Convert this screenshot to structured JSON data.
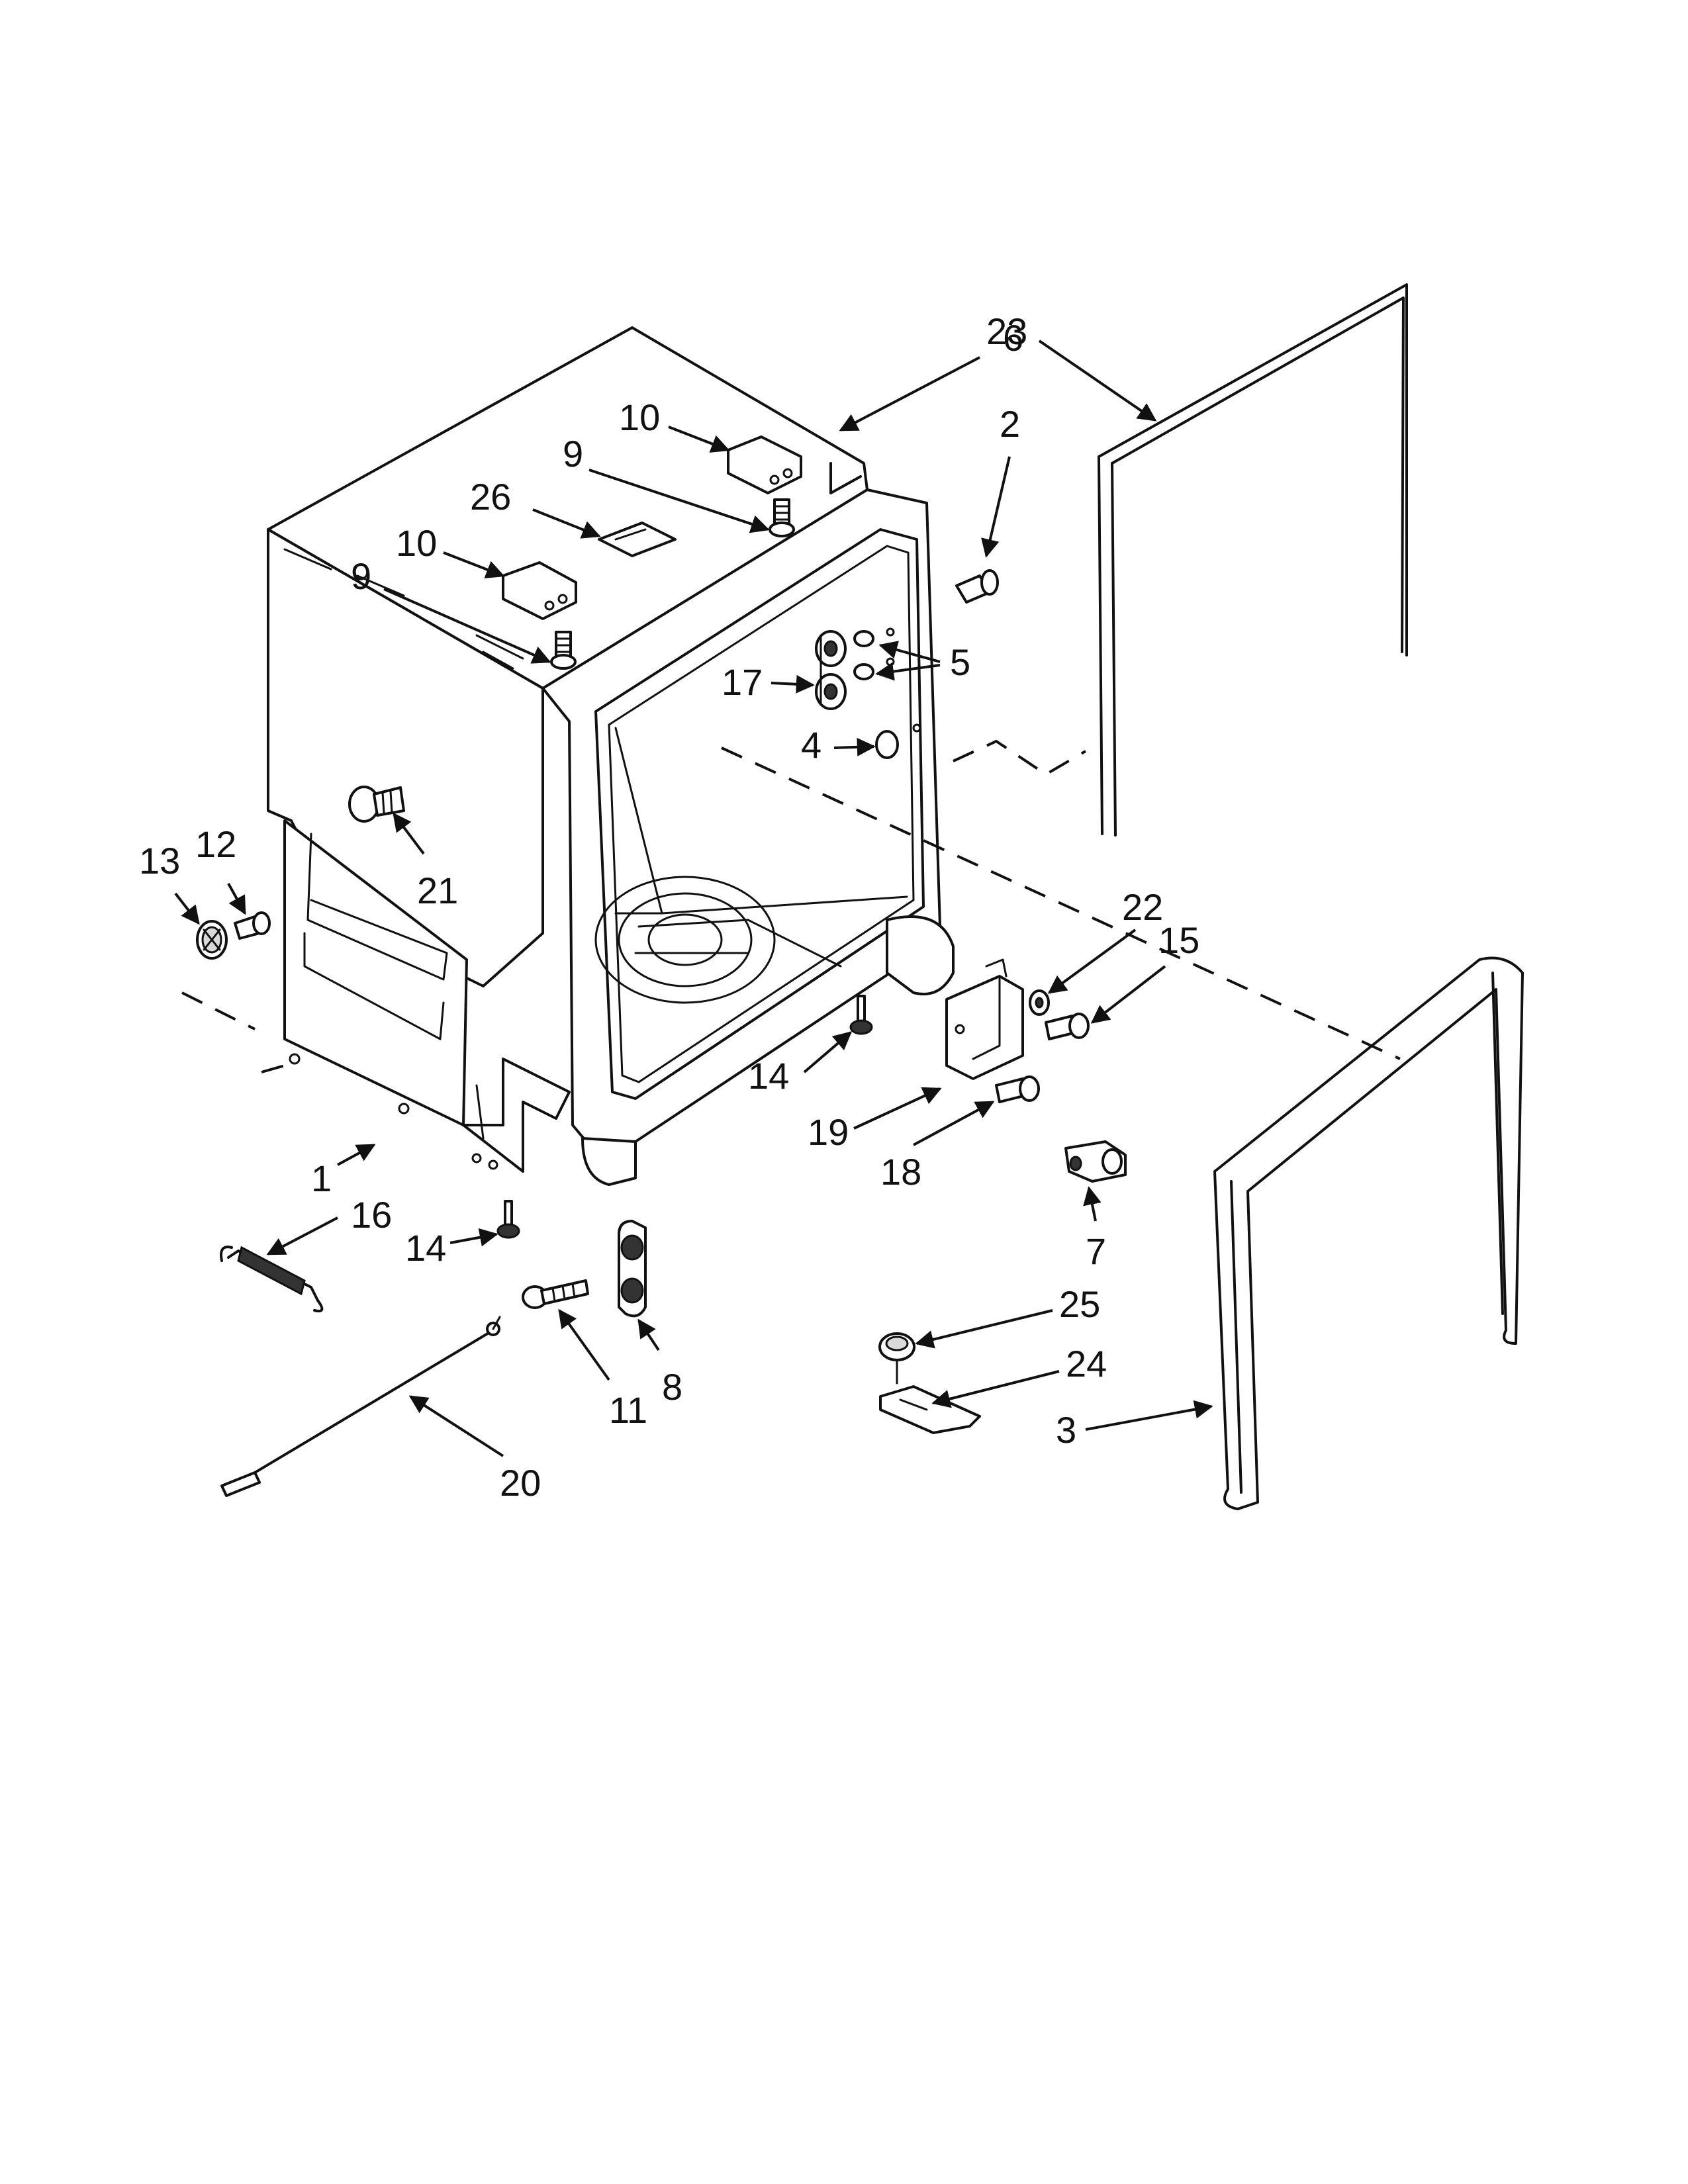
{
  "callouts": [
    {
      "id": "c23",
      "label": "23"
    },
    {
      "id": "c6",
      "label": "6"
    },
    {
      "id": "c2",
      "label": "2"
    },
    {
      "id": "c10a",
      "label": "10"
    },
    {
      "id": "c9a",
      "label": "9"
    },
    {
      "id": "c26",
      "label": "26"
    },
    {
      "id": "c10b",
      "label": "10"
    },
    {
      "id": "c9b",
      "label": "9"
    },
    {
      "id": "c5",
      "label": "5"
    },
    {
      "id": "c17",
      "label": "17"
    },
    {
      "id": "c4",
      "label": "4"
    },
    {
      "id": "c21",
      "label": "21"
    },
    {
      "id": "c13",
      "label": "13"
    },
    {
      "id": "c12",
      "label": "12"
    },
    {
      "id": "c22",
      "label": "22"
    },
    {
      "id": "c15",
      "label": "15"
    },
    {
      "id": "c14a",
      "label": "14"
    },
    {
      "id": "c19",
      "label": "19"
    },
    {
      "id": "c18",
      "label": "18"
    },
    {
      "id": "c1",
      "label": "1"
    },
    {
      "id": "c16",
      "label": "16"
    },
    {
      "id": "c14b",
      "label": "14"
    },
    {
      "id": "c7",
      "label": "7"
    },
    {
      "id": "c25",
      "label": "25"
    },
    {
      "id": "c24",
      "label": "24"
    },
    {
      "id": "c3",
      "label": "3"
    },
    {
      "id": "c11",
      "label": "11"
    },
    {
      "id": "c8",
      "label": "8"
    },
    {
      "id": "c20",
      "label": "20"
    }
  ]
}
